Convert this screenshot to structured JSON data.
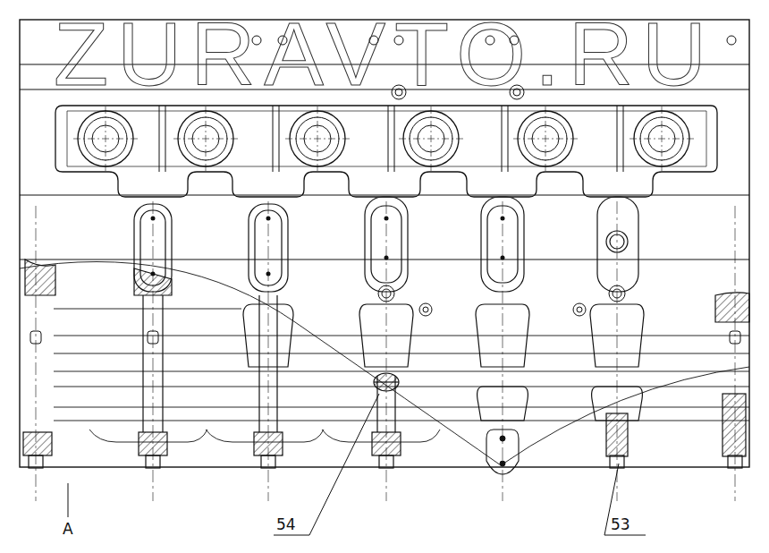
{
  "diagram": {
    "labels": [
      "ZURAVTO.RU",
      "A",
      "54",
      "53"
    ]
  }
}
